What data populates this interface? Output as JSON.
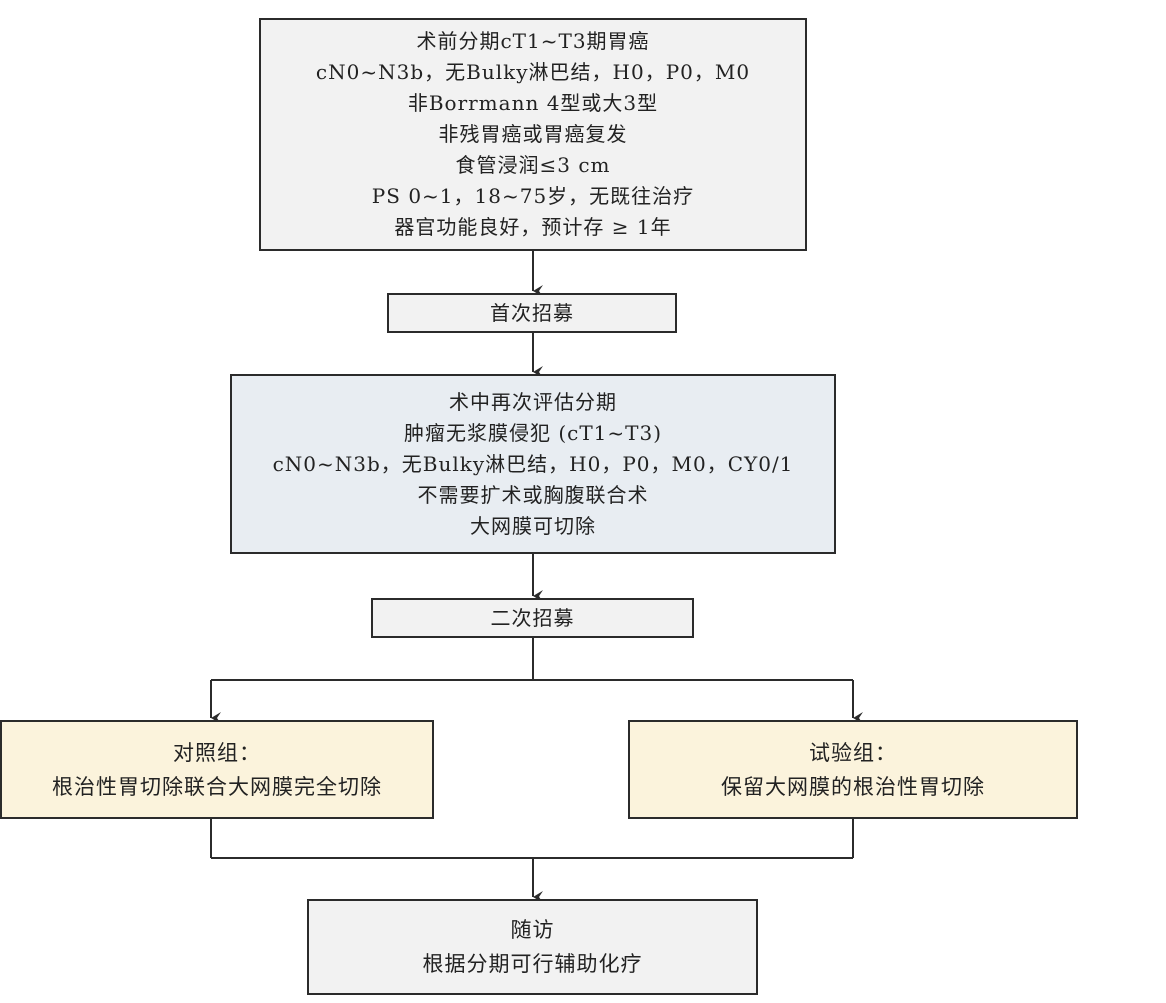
{
  "flowchart": {
    "eligibility": {
      "lines": [
        "术前分期cT1~T3期胃癌",
        "cN0~N3b，无Bulky淋巴结，H0，P0，M0",
        "非Borrmann 4型或大3型",
        "非残胃癌或胃癌复发",
        "食管浸润≤3 cm",
        "PS 0~1，18~75岁，无既往治疗",
        "器官功能良好，预计存 ≥ 1年"
      ]
    },
    "first_recruitment": "首次招募",
    "intraoperative": {
      "lines": [
        "术中再次评估分期",
        "肿瘤无浆膜侵犯 (cT1~T3)",
        "cN0~N3b，无Bulky淋巴结，H0，P0，M0，CY0/1",
        "不需要扩术或胸腹联合术",
        "大网膜可切除"
      ]
    },
    "second_recruitment": "二次招募",
    "control_group": {
      "title": "对照组：",
      "description": "根治性胃切除联合大网膜完全切除"
    },
    "trial_group": {
      "title": "试验组：",
      "description": "保留大网膜的根治性胃切除"
    },
    "followup": {
      "title": "随访",
      "description": "根据分期可行辅助化疗"
    }
  },
  "colors": {
    "gray_box": "#f2f2f2",
    "blue_box": "#e8edf2",
    "cream_box": "#fbf3dc",
    "border": "#2b2b2b"
  }
}
